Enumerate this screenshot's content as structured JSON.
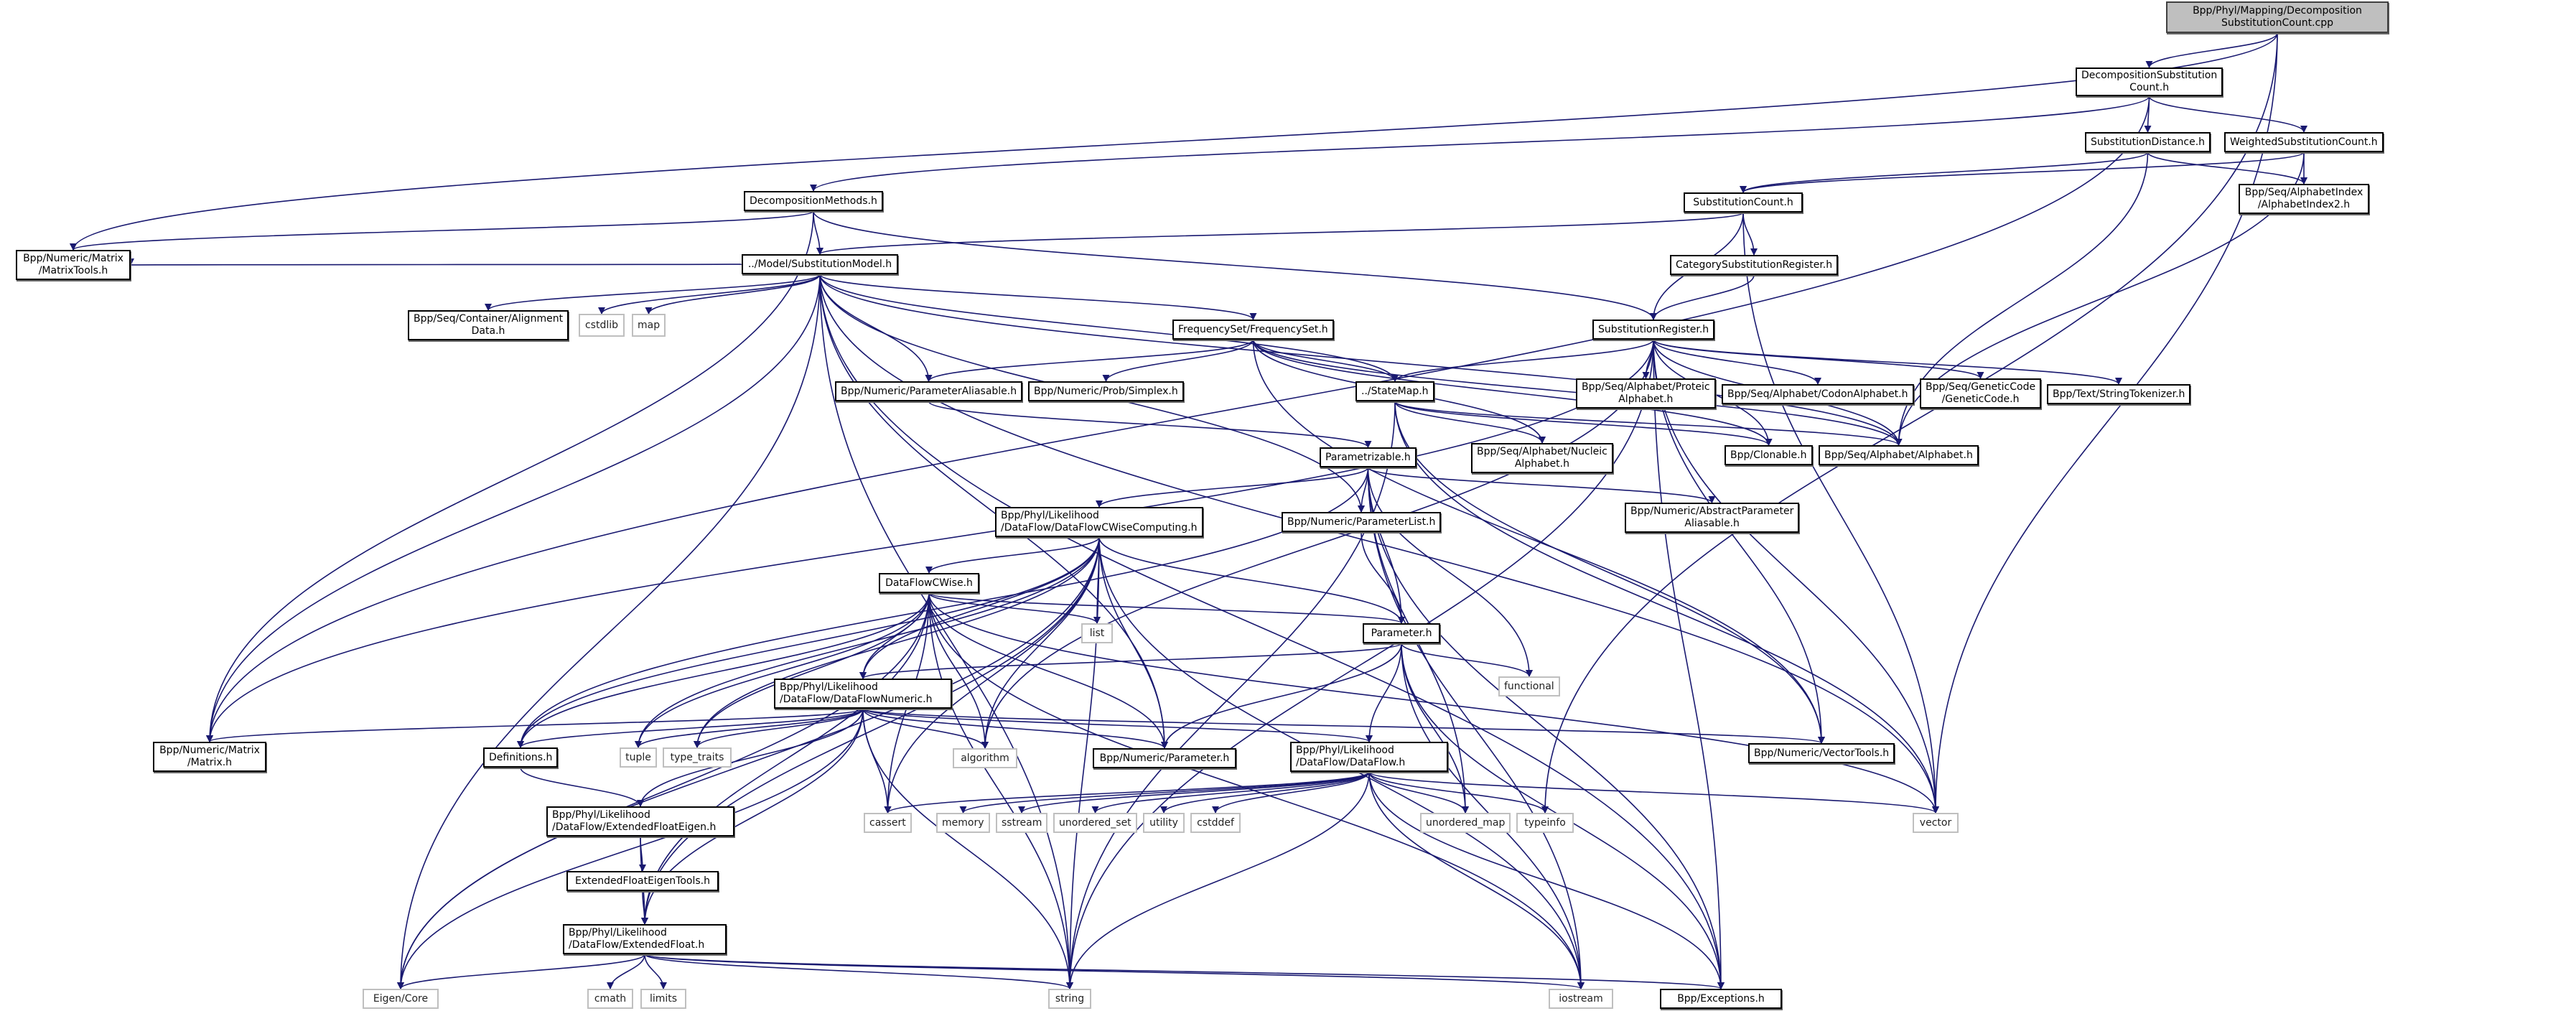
{
  "graph": {
    "title": "Include dependency graph for DecompositionSubstitutionCount.cpp",
    "edge_color": "#191970",
    "root_fill": "#bfbfbf",
    "external_border": "#bfbfbf",
    "nodes": [
      {
        "id": "root",
        "label": "Bpp/Phyl/Mapping/Decomposition\nSubstitutionCount.cpp",
        "kind": "root"
      },
      {
        "id": "dsc",
        "label": "DecompositionSubstitution\nCount.h",
        "kind": "file"
      },
      {
        "id": "sdist",
        "label": "SubstitutionDistance.h",
        "kind": "file"
      },
      {
        "id": "wsc",
        "label": "WeightedSubstitutionCount.h",
        "kind": "file"
      },
      {
        "id": "ai2",
        "label": "Bpp/Seq/AlphabetIndex\n/AlphabetIndex2.h",
        "kind": "file"
      },
      {
        "id": "dm",
        "label": "DecompositionMethods.h",
        "kind": "file"
      },
      {
        "id": "sc",
        "label": "SubstitutionCount.h",
        "kind": "file"
      },
      {
        "id": "mt",
        "label": "Bpp/Numeric/Matrix\n/MatrixTools.h",
        "kind": "file"
      },
      {
        "id": "sm",
        "label": "../Model/SubstitutionModel.h",
        "kind": "file"
      },
      {
        "id": "csr",
        "label": "CategorySubstitutionRegister.h",
        "kind": "file"
      },
      {
        "id": "ad",
        "label": "Bpp/Seq/Container/Alignment\nData.h",
        "kind": "file"
      },
      {
        "id": "cstdlib",
        "label": "cstdlib",
        "kind": "ext"
      },
      {
        "id": "map",
        "label": "map",
        "kind": "ext"
      },
      {
        "id": "fs",
        "label": "FrequencySet/FrequencySet.h",
        "kind": "file"
      },
      {
        "id": "sr",
        "label": "SubstitutionRegister.h",
        "kind": "file"
      },
      {
        "id": "pa",
        "label": "Bpp/Numeric/ParameterAliasable.h",
        "kind": "file"
      },
      {
        "id": "simplex",
        "label": "Bpp/Numeric/Prob/Simplex.h",
        "kind": "file"
      },
      {
        "id": "stmap",
        "label": "../StateMap.h",
        "kind": "file"
      },
      {
        "id": "prot",
        "label": "Bpp/Seq/Alphabet/Proteic\nAlphabet.h",
        "kind": "file"
      },
      {
        "id": "codon",
        "label": "Bpp/Seq/Alphabet/CodonAlphabet.h",
        "kind": "file"
      },
      {
        "id": "gc",
        "label": "Bpp/Seq/GeneticCode\n/GeneticCode.h",
        "kind": "file"
      },
      {
        "id": "strtok",
        "label": "Bpp/Text/StringTokenizer.h",
        "kind": "file"
      },
      {
        "id": "nucl",
        "label": "Bpp/Seq/Alphabet/Nucleic\nAlphabet.h",
        "kind": "file"
      },
      {
        "id": "param",
        "label": "Parametrizable.h",
        "kind": "file"
      },
      {
        "id": "clon",
        "label": "Bpp/Clonable.h",
        "kind": "file"
      },
      {
        "id": "alph",
        "label": "Bpp/Seq/Alphabet/Alphabet.h",
        "kind": "file"
      },
      {
        "id": "dfcw",
        "label": "Bpp/Phyl/Likelihood\n/DataFlow/DataFlowCWiseComputing.h",
        "kind": "file",
        "align": "left"
      },
      {
        "id": "plist",
        "label": "Bpp/Numeric/ParameterList.h",
        "kind": "file"
      },
      {
        "id": "apa",
        "label": "Bpp/Numeric/AbstractParameter\nAliasable.h",
        "kind": "file"
      },
      {
        "id": "dfcwise",
        "label": "DataFlowCWise.h",
        "kind": "file"
      },
      {
        "id": "list",
        "label": "list",
        "kind": "ext"
      },
      {
        "id": "parameter",
        "label": "Parameter.h",
        "kind": "file"
      },
      {
        "id": "functional",
        "label": "functional",
        "kind": "ext"
      },
      {
        "id": "dfn",
        "label": "Bpp/Phyl/Likelihood\n/DataFlow/DataFlowNumeric.h",
        "kind": "file",
        "align": "left"
      },
      {
        "id": "matrix",
        "label": "Bpp/Numeric/Matrix\n/Matrix.h",
        "kind": "file"
      },
      {
        "id": "defs",
        "label": "Definitions.h",
        "kind": "file"
      },
      {
        "id": "tuple",
        "label": "tuple",
        "kind": "ext"
      },
      {
        "id": "tt",
        "label": "type_traits",
        "kind": "ext"
      },
      {
        "id": "algorithm",
        "label": "algorithm",
        "kind": "ext"
      },
      {
        "id": "nparam",
        "label": "Bpp/Numeric/Parameter.h",
        "kind": "file"
      },
      {
        "id": "df",
        "label": "Bpp/Phyl/Likelihood\n/DataFlow/DataFlow.h",
        "kind": "file",
        "align": "left"
      },
      {
        "id": "vt",
        "label": "Bpp/Numeric/VectorTools.h",
        "kind": "file"
      },
      {
        "id": "cassert",
        "label": "cassert",
        "kind": "ext"
      },
      {
        "id": "memory",
        "label": "memory",
        "kind": "ext"
      },
      {
        "id": "sstream",
        "label": "sstream",
        "kind": "ext"
      },
      {
        "id": "uset",
        "label": "unordered_set",
        "kind": "ext"
      },
      {
        "id": "utility",
        "label": "utility",
        "kind": "ext"
      },
      {
        "id": "cstddef",
        "label": "cstddef",
        "kind": "ext"
      },
      {
        "id": "umap",
        "label": "unordered_map",
        "kind": "ext"
      },
      {
        "id": "typeinfo",
        "label": "typeinfo",
        "kind": "ext"
      },
      {
        "id": "vector",
        "label": "vector",
        "kind": "ext"
      },
      {
        "id": "efe",
        "label": "Bpp/Phyl/Likelihood\n/DataFlow/ExtendedFloatEigen.h",
        "kind": "file",
        "align": "left"
      },
      {
        "id": "efet",
        "label": "ExtendedFloatEigenTools.h",
        "kind": "file"
      },
      {
        "id": "ef",
        "label": "Bpp/Phyl/Likelihood\n/DataFlow/ExtendedFloat.h",
        "kind": "file",
        "align": "left"
      },
      {
        "id": "eigen",
        "label": "Eigen/Core",
        "kind": "ext"
      },
      {
        "id": "cmath",
        "label": "cmath",
        "kind": "ext"
      },
      {
        "id": "limits",
        "label": "limits",
        "kind": "ext"
      },
      {
        "id": "string",
        "label": "string",
        "kind": "ext"
      },
      {
        "id": "iostream",
        "label": "iostream",
        "kind": "ext"
      },
      {
        "id": "exc",
        "label": "Bpp/Exceptions.h",
        "kind": "file"
      }
    ],
    "edges": [
      [
        "root",
        "dsc"
      ],
      [
        "root",
        "mt"
      ],
      [
        "root",
        "typeinfo"
      ],
      [
        "root",
        "vector"
      ],
      [
        "dsc",
        "sdist"
      ],
      [
        "dsc",
        "wsc"
      ],
      [
        "dsc",
        "dm"
      ],
      [
        "dsc",
        "matrix"
      ],
      [
        "sdist",
        "sc"
      ],
      [
        "sdist",
        "ai2"
      ],
      [
        "sdist",
        "alph"
      ],
      [
        "wsc",
        "sc"
      ],
      [
        "wsc",
        "ai2"
      ],
      [
        "wsc",
        "alph"
      ],
      [
        "dm",
        "sm"
      ],
      [
        "dm",
        "mt"
      ],
      [
        "dm",
        "sr"
      ],
      [
        "dm",
        "matrix"
      ],
      [
        "sc",
        "sm"
      ],
      [
        "sc",
        "csr"
      ],
      [
        "sc",
        "sr"
      ],
      [
        "sc",
        "vector"
      ],
      [
        "csr",
        "sr"
      ],
      [
        "sm",
        "ad"
      ],
      [
        "sm",
        "cstdlib"
      ],
      [
        "sm",
        "map"
      ],
      [
        "sm",
        "fs"
      ],
      [
        "sm",
        "pa"
      ],
      [
        "sm",
        "stmap"
      ],
      [
        "sm",
        "matrix"
      ],
      [
        "sm",
        "nparam"
      ],
      [
        "sm",
        "eigen"
      ],
      [
        "sm",
        "string"
      ],
      [
        "sm",
        "vector"
      ],
      [
        "sm",
        "exc"
      ],
      [
        "sm",
        "mt"
      ],
      [
        "sm",
        "plist"
      ],
      [
        "sm",
        "alph"
      ],
      [
        "fs",
        "pa"
      ],
      [
        "fs",
        "simplex"
      ],
      [
        "fs",
        "stmap"
      ],
      [
        "fs",
        "clon"
      ],
      [
        "fs",
        "alph"
      ],
      [
        "fs",
        "nucl"
      ],
      [
        "fs",
        "vt"
      ],
      [
        "sr",
        "prot"
      ],
      [
        "sr",
        "codon"
      ],
      [
        "sr",
        "gc"
      ],
      [
        "sr",
        "strtok"
      ],
      [
        "sr",
        "stmap"
      ],
      [
        "sr",
        "alph"
      ],
      [
        "sr",
        "clon"
      ],
      [
        "sr",
        "vt"
      ],
      [
        "sr",
        "vector"
      ],
      [
        "sr",
        "exc"
      ],
      [
        "sr",
        "algorithm"
      ],
      [
        "sr",
        "string"
      ],
      [
        "sr",
        "matrix"
      ],
      [
        "stmap",
        "nucl"
      ],
      [
        "stmap",
        "alph"
      ],
      [
        "stmap",
        "clon"
      ],
      [
        "stmap",
        "vt"
      ],
      [
        "stmap",
        "string"
      ],
      [
        "stmap",
        "vector"
      ],
      [
        "pa",
        "param"
      ],
      [
        "param",
        "dfcw"
      ],
      [
        "param",
        "plist"
      ],
      [
        "param",
        "apa"
      ],
      [
        "param",
        "parameter"
      ],
      [
        "param",
        "functional"
      ],
      [
        "param",
        "umap"
      ],
      [
        "param",
        "exc"
      ],
      [
        "param",
        "defs"
      ],
      [
        "param",
        "iostream"
      ],
      [
        "plist",
        "parameter"
      ],
      [
        "dfcw",
        "dfcwise"
      ],
      [
        "dfcw",
        "list"
      ],
      [
        "dfcw",
        "parameter"
      ],
      [
        "dfcw",
        "dfn"
      ],
      [
        "dfcw",
        "defs"
      ],
      [
        "dfcw",
        "tuple"
      ],
      [
        "dfcw",
        "tt"
      ],
      [
        "dfcw",
        "algorithm"
      ],
      [
        "dfcw",
        "nparam"
      ],
      [
        "dfcw",
        "eigen"
      ],
      [
        "dfcw",
        "ef"
      ],
      [
        "dfcw",
        "string"
      ],
      [
        "dfcw",
        "iostream"
      ],
      [
        "dfcw",
        "cassert"
      ],
      [
        "dfcwise",
        "list"
      ],
      [
        "dfcwise",
        "parameter"
      ],
      [
        "dfcwise",
        "dfn"
      ],
      [
        "dfcwise",
        "defs"
      ],
      [
        "dfcwise",
        "tuple"
      ],
      [
        "dfcwise",
        "tt"
      ],
      [
        "dfcwise",
        "algorithm"
      ],
      [
        "dfcwise",
        "nparam"
      ],
      [
        "dfcwise",
        "cassert"
      ],
      [
        "dfcwise",
        "eigen"
      ],
      [
        "dfcwise",
        "ef"
      ],
      [
        "dfcwise",
        "string"
      ],
      [
        "dfcwise",
        "iostream"
      ],
      [
        "dfcwise",
        "vector"
      ],
      [
        "parameter",
        "dfn"
      ],
      [
        "parameter",
        "nparam"
      ],
      [
        "parameter",
        "df"
      ],
      [
        "parameter",
        "functional"
      ],
      [
        "parameter",
        "umap"
      ],
      [
        "parameter",
        "exc"
      ],
      [
        "parameter",
        "iostream"
      ],
      [
        "dfn",
        "matrix"
      ],
      [
        "dfn",
        "defs"
      ],
      [
        "dfn",
        "tuple"
      ],
      [
        "dfn",
        "tt"
      ],
      [
        "dfn",
        "algorithm"
      ],
      [
        "dfn",
        "nparam"
      ],
      [
        "dfn",
        "df"
      ],
      [
        "dfn",
        "vt"
      ],
      [
        "dfn",
        "cassert"
      ],
      [
        "dfn",
        "efe"
      ],
      [
        "dfn",
        "ef"
      ],
      [
        "dfn",
        "eigen"
      ],
      [
        "dfn",
        "string"
      ],
      [
        "df",
        "cassert"
      ],
      [
        "df",
        "memory"
      ],
      [
        "df",
        "sstream"
      ],
      [
        "df",
        "uset"
      ],
      [
        "df",
        "utility"
      ],
      [
        "df",
        "cstddef"
      ],
      [
        "df",
        "umap"
      ],
      [
        "df",
        "typeinfo"
      ],
      [
        "df",
        "vector"
      ],
      [
        "df",
        "string"
      ],
      [
        "df",
        "iostream"
      ],
      [
        "df",
        "exc"
      ],
      [
        "defs",
        "efe"
      ],
      [
        "efe",
        "efet"
      ],
      [
        "efe",
        "ef"
      ],
      [
        "efet",
        "ef"
      ],
      [
        "ef",
        "eigen"
      ],
      [
        "ef",
        "cmath"
      ],
      [
        "ef",
        "limits"
      ],
      [
        "ef",
        "string"
      ],
      [
        "ef",
        "iostream"
      ],
      [
        "ef",
        "exc"
      ]
    ]
  }
}
